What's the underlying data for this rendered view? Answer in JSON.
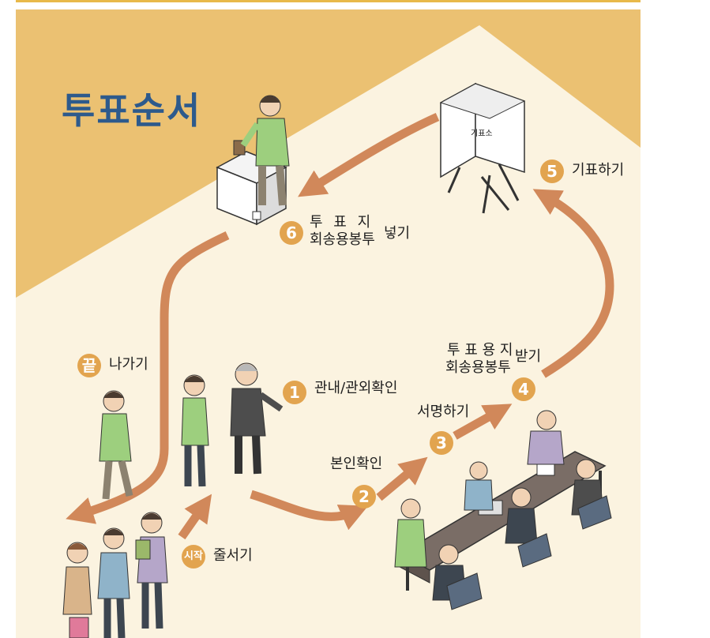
{
  "title": "투표순서",
  "booth_sign": "기표소",
  "steps": {
    "s1": {
      "badge": "1",
      "text": "관내/관외확인"
    },
    "s2": {
      "badge": "2",
      "text": "본인확인"
    },
    "s3": {
      "badge": "3",
      "text": "서명하기"
    },
    "s4": {
      "badge": "4",
      "line1": "투 표 용 지",
      "line2": "회송용봉투",
      "suffix": "받기"
    },
    "s5": {
      "badge": "5",
      "text": "기표하기"
    },
    "s6": {
      "badge": "6",
      "line1": "투  표  지",
      "line2": "회송용봉투",
      "suffix": "넣기"
    },
    "start": {
      "badge": "시작",
      "text": "줄서기"
    },
    "end": {
      "badge": "끝",
      "text": "나가기"
    }
  },
  "colors": {
    "background_tan": "#ebc172",
    "floor_cream": "#fbf3e0",
    "arrow_brown": "#d1885a",
    "badge_orange": "#e2a44f",
    "title_blue": "#2d5a8c"
  }
}
